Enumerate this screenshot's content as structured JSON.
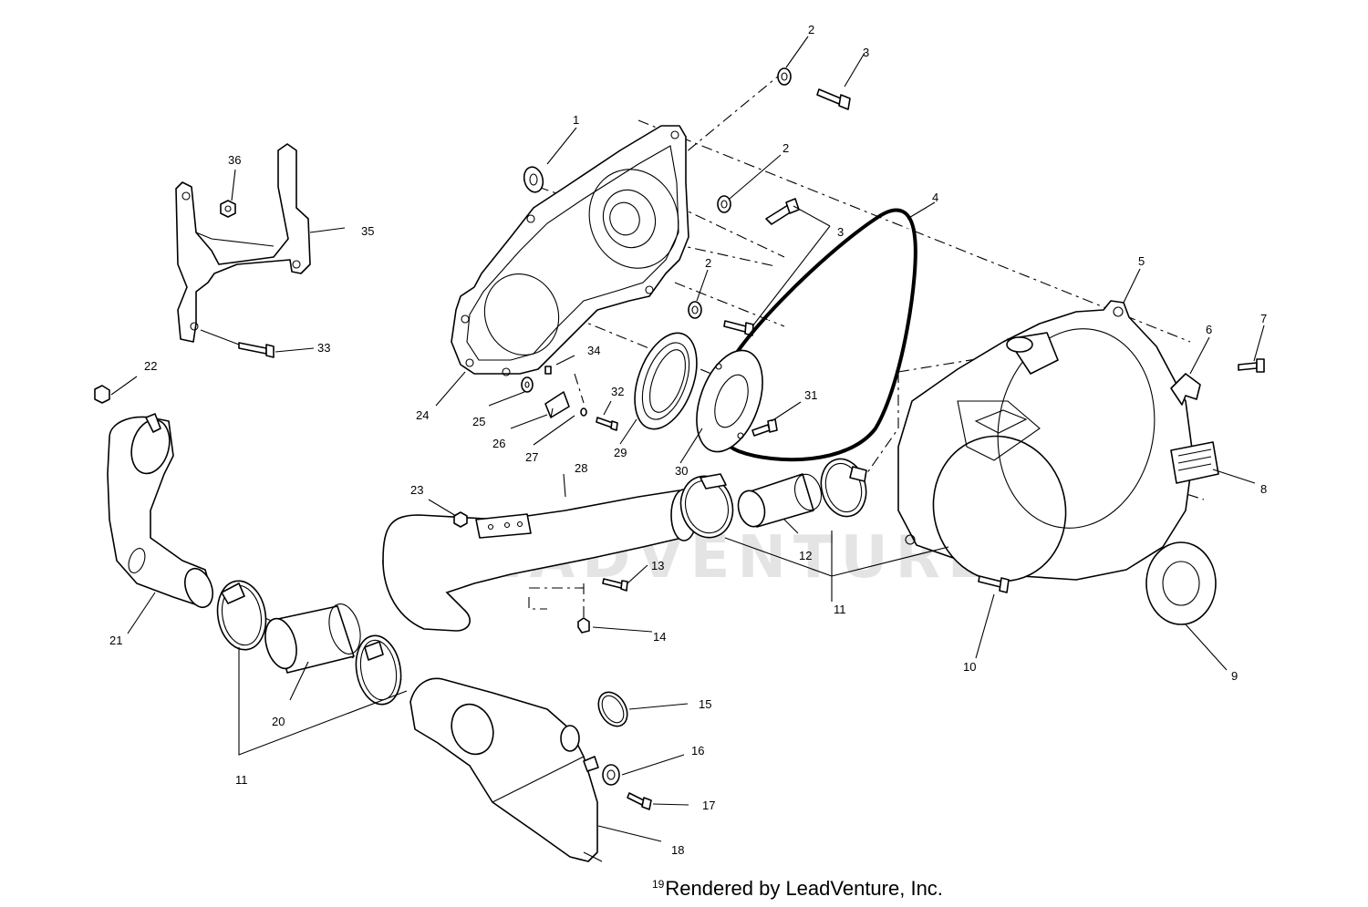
{
  "callouts": [
    {
      "label": "1"
    },
    {
      "label": "2"
    },
    {
      "label": "2"
    },
    {
      "label": "2"
    },
    {
      "label": "3"
    },
    {
      "label": "3"
    },
    {
      "label": "4"
    },
    {
      "label": "5"
    },
    {
      "label": "6"
    },
    {
      "label": "7"
    },
    {
      "label": "8"
    },
    {
      "label": "9"
    },
    {
      "label": "10"
    },
    {
      "label": "11"
    },
    {
      "label": "11"
    },
    {
      "label": "12"
    },
    {
      "label": "13"
    },
    {
      "label": "14"
    },
    {
      "label": "15"
    },
    {
      "label": "16"
    },
    {
      "label": "17"
    },
    {
      "label": "18"
    },
    {
      "label": "20"
    },
    {
      "label": "21"
    },
    {
      "label": "22"
    },
    {
      "label": "23"
    },
    {
      "label": "24"
    },
    {
      "label": "25"
    },
    {
      "label": "26"
    },
    {
      "label": "27"
    },
    {
      "label": "28"
    },
    {
      "label": "29"
    },
    {
      "label": "30"
    },
    {
      "label": "31"
    },
    {
      "label": "32"
    },
    {
      "label": "33"
    },
    {
      "label": "34"
    },
    {
      "label": "35"
    },
    {
      "label": "36"
    }
  ],
  "footer": {
    "part_number": "19",
    "text": "Rendered by LeadVenture, Inc."
  },
  "watermark": {
    "text": "LEADVENTURE"
  }
}
